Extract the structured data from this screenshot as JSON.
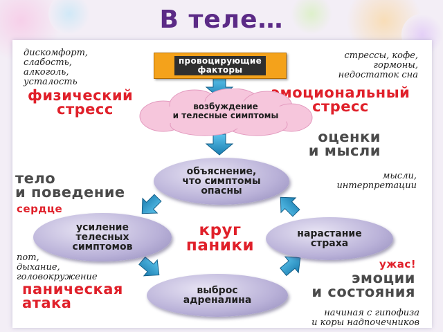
{
  "title": "В теле…",
  "colors": {
    "title": "#5b2a86",
    "red_heading": "#e0202a",
    "gray_heading": "#4a4a4a",
    "factor_box": "#f4a21b",
    "cloud": "#f6c6dc",
    "oval": "#b9b1d8",
    "arrow": "#1f8fc2"
  },
  "factors_box": {
    "line1": "провоцирующие",
    "line2": "факторы"
  },
  "left_note_top": {
    "line1": "дискомфорт,",
    "line2": "слабость,",
    "line3": "алкоголь,",
    "line4": "усталость"
  },
  "right_note_top": {
    "line1": "стрессы, кофе,",
    "line2": "гормоны,",
    "line3": "недостаток сна"
  },
  "physical_stress": {
    "line1": "физический",
    "line2": "стресс"
  },
  "emotional_stress": {
    "line1": "эмоциональный",
    "line2": "стресс"
  },
  "cloud": {
    "line1": "возбуждение",
    "line2": "и телесные симптомы"
  },
  "evaluations": {
    "line1": "оценки",
    "line2": "и мысли"
  },
  "oval_top": {
    "line1": "объяснение,",
    "line2": "что симптомы",
    "line3": "опасны"
  },
  "body_behavior": {
    "line1": "тело",
    "line2": "и поведение"
  },
  "thoughts_note": {
    "line1": "мысли,",
    "line2": "интерпретации"
  },
  "heart": "сердце",
  "oval_left": {
    "line1": "усиление",
    "line2": "телесных",
    "line3": "симптомов"
  },
  "panic_circle": {
    "line1": "круг",
    "line2": "паники"
  },
  "oval_right": {
    "line1": "нарастание",
    "line2": "страха"
  },
  "symptoms_note": {
    "line1": "пот,",
    "line2": "дыхание,",
    "line3": "головокружение"
  },
  "horror": "ужас!",
  "panic_attack": {
    "line1": "паническая",
    "line2": "атака"
  },
  "oval_bottom": {
    "line1": "выброс",
    "line2": "адреналина"
  },
  "emotions": {
    "line1": "эмоции",
    "line2": "и состояния"
  },
  "bottom_note": {
    "line1": "начиная с гипофиза",
    "line2": "и коры надпочечников"
  }
}
